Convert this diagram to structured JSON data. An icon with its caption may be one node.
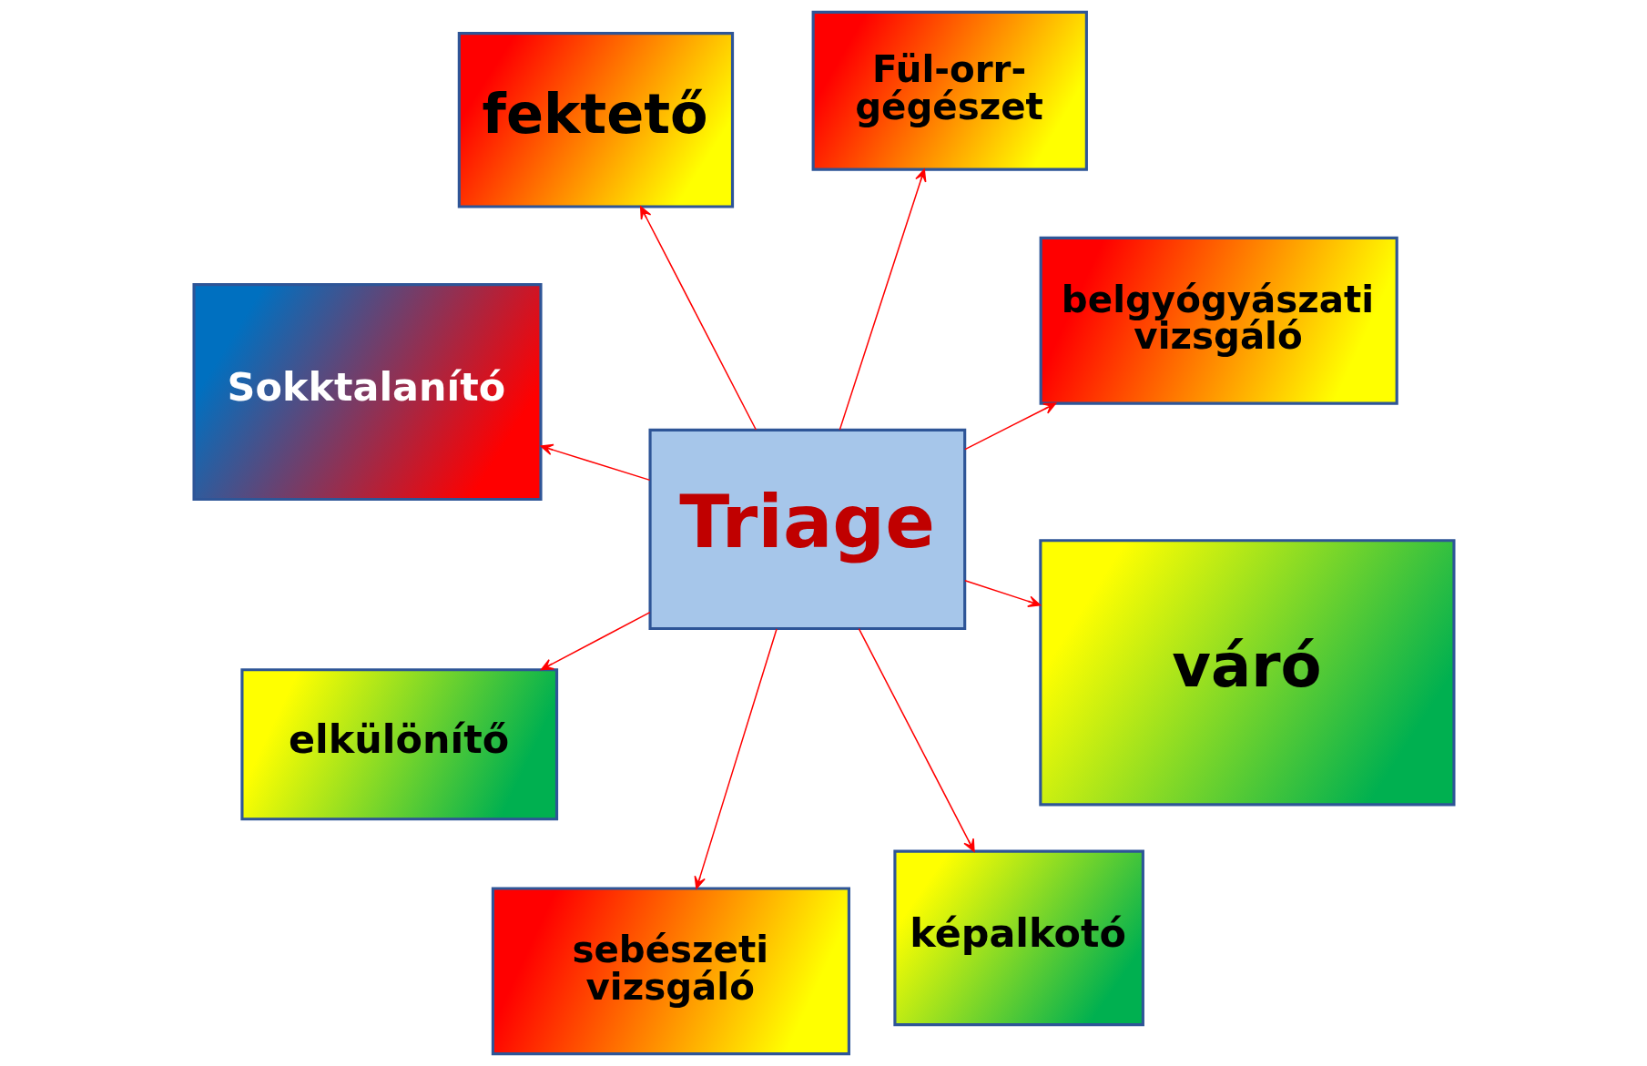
{
  "diagram": {
    "nodes": [
      {
        "text": [
          "Sokktalanító"
        ]
      },
      {
        "text": [
          "belgyógyászati vizsgáló"
        ]
      },
      {
        "text": [
          "sebészeti vizsgáló"
        ]
      },
      {
        "text": [
          "Triage"
        ]
      },
      {
        "text": [
          "Fül-orr-gégészet"
        ]
      },
      {
        "text": [
          "fektető"
        ]
      },
      {
        "text": [
          "elkülönítő"
        ]
      },
      {
        "text": [
          "váró"
        ]
      },
      {
        "text": [
          "képalkotó"
        ]
      }
    ],
    "edges": [
      {
        "from": 3,
        "to": 0,
        "arrow": "to"
      },
      {
        "from": 3,
        "to": 1,
        "arrow": "to"
      },
      {
        "from": 3,
        "to": 2,
        "arrow": "to"
      },
      {
        "from": 3,
        "to": 5,
        "arrow": "to"
      },
      {
        "from": 3,
        "to": 4,
        "arrow": "to"
      },
      {
        "from": 3,
        "to": 6,
        "arrow": "to"
      },
      {
        "from": 3,
        "to": 7,
        "arrow": "to"
      },
      {
        "from": 3,
        "to": 8,
        "arrow": "to"
      }
    ]
  }
}
